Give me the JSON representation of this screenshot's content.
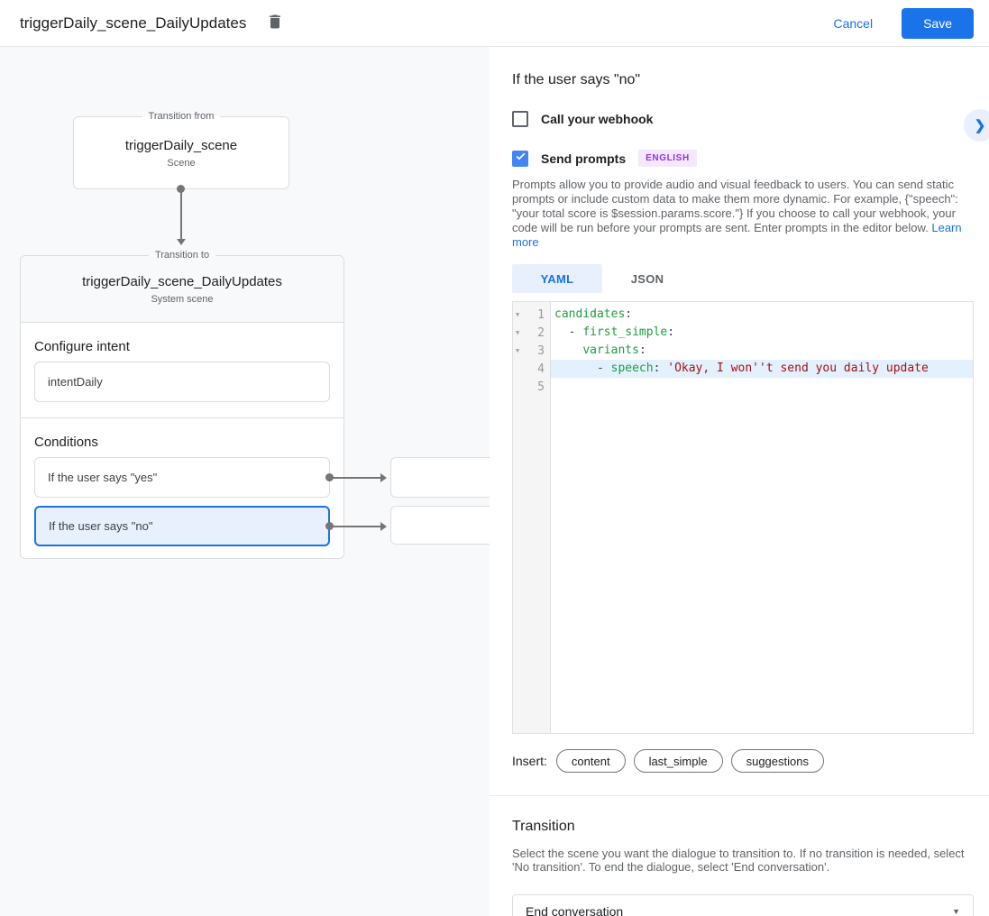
{
  "colors": {
    "accent_blue": "#1a73e8",
    "checkbox_blue": "#4285f4",
    "selected_condition_bg": "#e8f0fe",
    "badge_bg": "#f3e8fd",
    "badge_text": "#9334e6",
    "code_key_green": "#1e9e3e",
    "code_string_red": "#a11111",
    "active_line_highlight": "#e3f0fd"
  },
  "icons": {
    "delete_icon": "trash-can",
    "fold_glyph": "▼",
    "chevron_glyph": "❯",
    "caret_glyph": "▼",
    "check_glyph": "✓"
  },
  "topbar": {
    "title": "triggerDaily_scene_DailyUpdates",
    "cancel_label": "Cancel",
    "save_label": "Save"
  },
  "diagram": {
    "from_label": "Transition from",
    "from_scene": {
      "name": "triggerDaily_scene",
      "type": "Scene"
    },
    "to_label": "Transition to",
    "to_scene": {
      "name": "triggerDaily_scene_DailyUpdates",
      "type": "System scene"
    },
    "configure_intent": {
      "heading": "Configure intent",
      "value": "intentDaily"
    },
    "conditions": {
      "heading": "Conditions",
      "items": [
        {
          "label": "If the user says \"yes\"",
          "selected": false
        },
        {
          "label": "If the user says \"no\"",
          "selected": true
        }
      ]
    }
  },
  "panel": {
    "title": "If the user says \"no\"",
    "webhook": {
      "label": "Call your webhook",
      "checked": false
    },
    "send_prompts": {
      "label": "Send prompts",
      "checked": true,
      "badge": "ENGLISH"
    },
    "description": "Prompts allow you to provide audio and visual feedback to users. You can send static prompts or include custom data to make them more dynamic. For example, {\"speech\": \"your total score is $session.params.score.\"} If you choose to call your webhook, your code will be run before your prompts are sent. Enter prompts in the editor below. ",
    "learn_more_label": "Learn more",
    "tabs": [
      {
        "label": "YAML",
        "active": true
      },
      {
        "label": "JSON",
        "active": false
      }
    ],
    "editor": {
      "lines": [
        {
          "num": "1",
          "fold": true,
          "highlight": false,
          "tokens": [
            [
              "key",
              "candidates"
            ],
            [
              "plain",
              ":"
            ]
          ]
        },
        {
          "num": "2",
          "fold": true,
          "highlight": false,
          "tokens": [
            [
              "plain",
              "  - "
            ],
            [
              "key",
              "first_simple"
            ],
            [
              "plain",
              ":"
            ]
          ]
        },
        {
          "num": "3",
          "fold": true,
          "highlight": false,
          "tokens": [
            [
              "plain",
              "    "
            ],
            [
              "key",
              "variants"
            ],
            [
              "plain",
              ":"
            ]
          ]
        },
        {
          "num": "4",
          "fold": false,
          "highlight": true,
          "tokens": [
            [
              "plain",
              "      - "
            ],
            [
              "key",
              "speech"
            ],
            [
              "plain",
              ": "
            ],
            [
              "string",
              "'Okay, I won''t send you daily update"
            ]
          ]
        },
        {
          "num": "5",
          "fold": false,
          "highlight": false,
          "tokens": []
        }
      ]
    },
    "insert": {
      "label": "Insert:",
      "pills": [
        "content",
        "last_simple",
        "suggestions"
      ]
    },
    "transition": {
      "heading": "Transition",
      "description": "Select the scene you want the dialogue to transition to. If no transition is needed, select 'No transition'. To end the dialogue, select 'End conversation'.",
      "dropdown_value": "End conversation"
    }
  }
}
